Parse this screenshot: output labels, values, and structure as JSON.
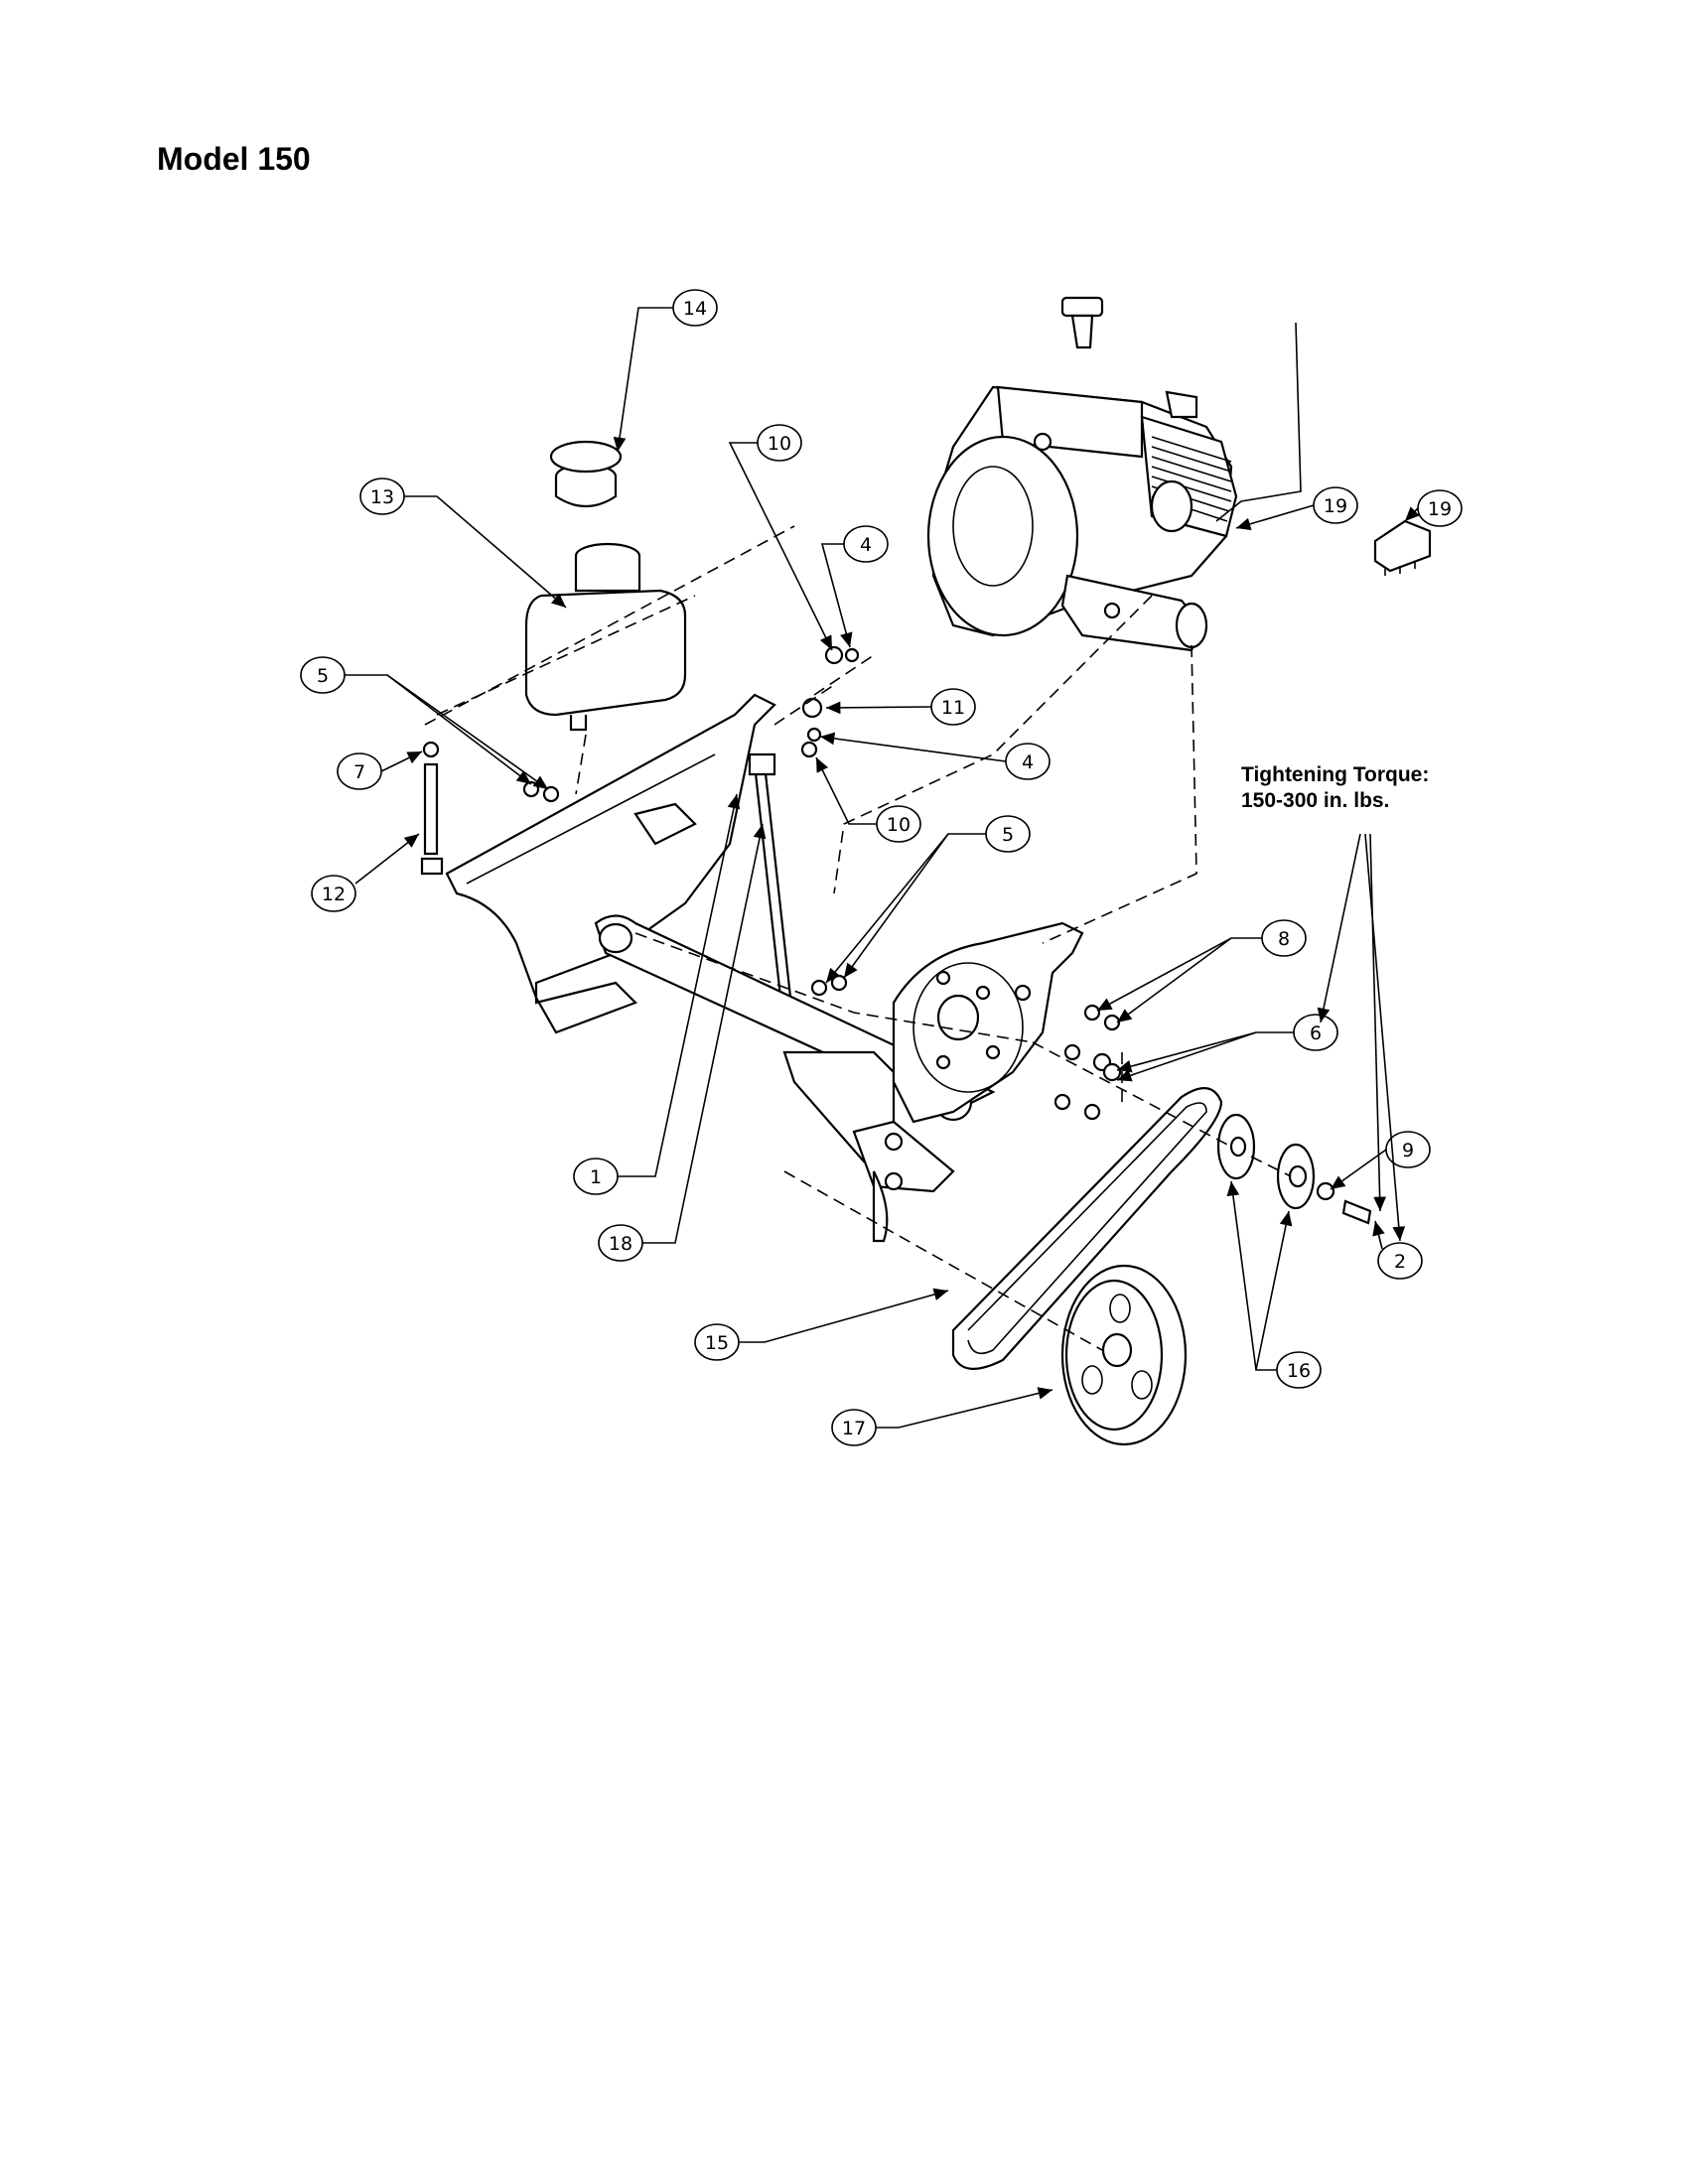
{
  "page": {
    "title": "Model 150",
    "torque_note": [
      "Tightening Torque:",
      "150-300 in. lbs."
    ]
  },
  "callouts": [
    {
      "id": "c14",
      "label": "14"
    },
    {
      "id": "c13",
      "label": "13"
    },
    {
      "id": "c10a",
      "label": "10"
    },
    {
      "id": "c4a",
      "label": "4"
    },
    {
      "id": "c5a",
      "label": "5"
    },
    {
      "id": "c7",
      "label": "7"
    },
    {
      "id": "c12",
      "label": "12"
    },
    {
      "id": "c11",
      "label": "11"
    },
    {
      "id": "c4b",
      "label": "4"
    },
    {
      "id": "c10b",
      "label": "10"
    },
    {
      "id": "c5b",
      "label": "5"
    },
    {
      "id": "c19a",
      "label": "19"
    },
    {
      "id": "c19b",
      "label": "19"
    },
    {
      "id": "c8",
      "label": "8"
    },
    {
      "id": "c6",
      "label": "6"
    },
    {
      "id": "c9",
      "label": "9"
    },
    {
      "id": "c2",
      "label": "2"
    },
    {
      "id": "c1",
      "label": "1"
    },
    {
      "id": "c18",
      "label": "18"
    },
    {
      "id": "c15",
      "label": "15"
    },
    {
      "id": "c16",
      "label": "16"
    },
    {
      "id": "c17",
      "label": "17"
    }
  ]
}
